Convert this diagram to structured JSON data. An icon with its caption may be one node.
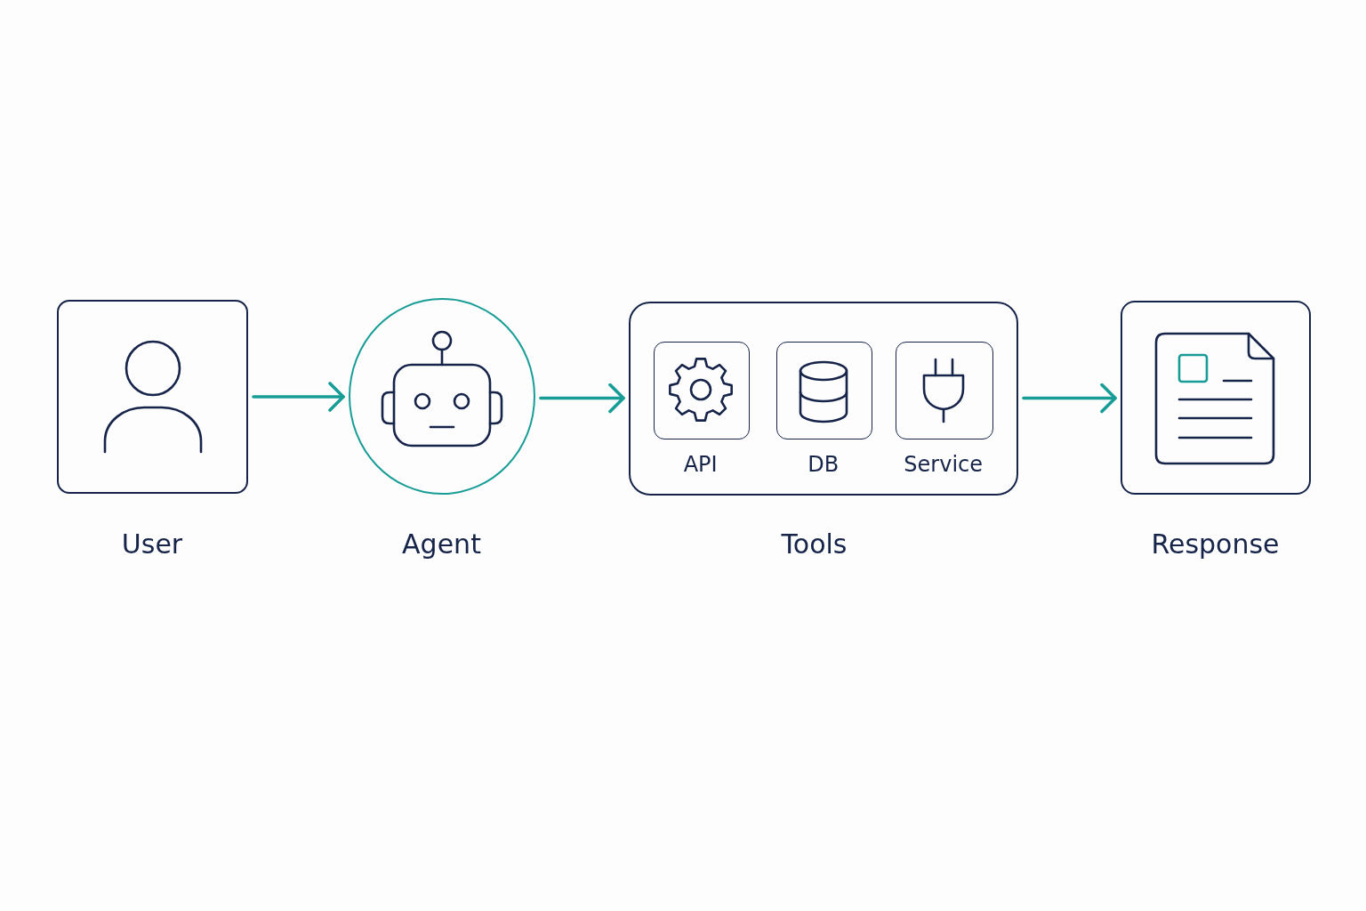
{
  "diagram": {
    "nodes": [
      {
        "text": [
          "User"
        ]
      },
      {
        "text": [
          "Agent"
        ]
      },
      {
        "text": [
          "Tools"
        ]
      },
      {
        "text": [
          "API"
        ],
        "in": 2
      },
      {
        "text": [
          "DB"
        ],
        "in": 2
      },
      {
        "text": [
          "Service"
        ],
        "in": 2
      },
      {
        "text": [
          "Response"
        ]
      }
    ],
    "edges": [
      {
        "from": 0,
        "to": 1,
        "arrow": "to"
      },
      {
        "from": 1,
        "to": 2,
        "arrow": "to"
      },
      {
        "from": 2,
        "to": 6,
        "arrow": "to"
      }
    ]
  }
}
